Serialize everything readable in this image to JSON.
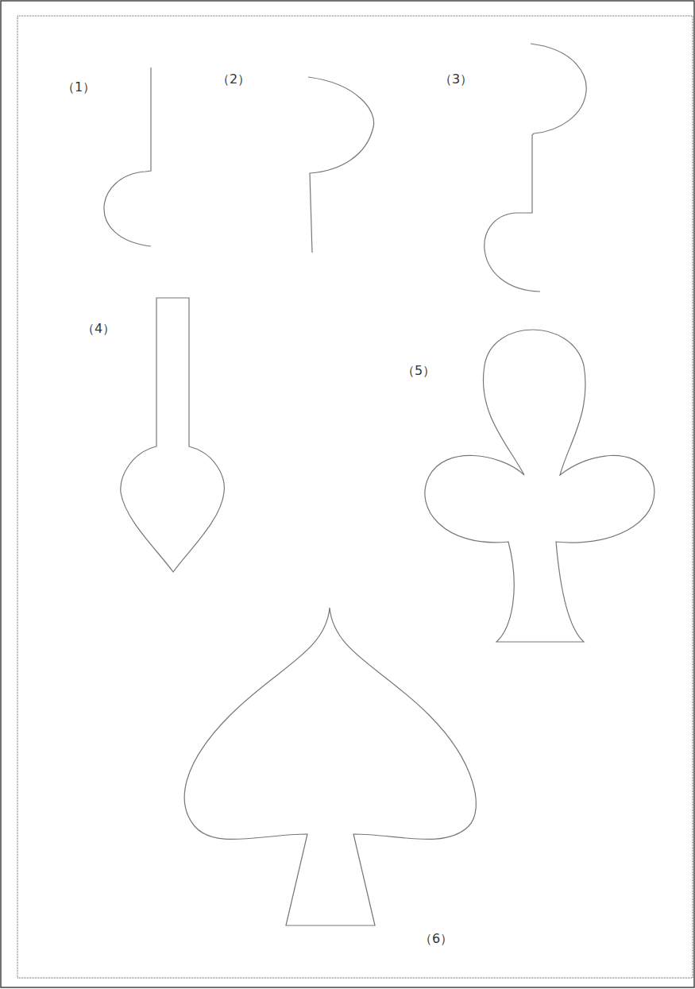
{
  "diagram": {
    "labels": [
      "（1）",
      "（2）",
      "（3）",
      "（4）",
      "（5）",
      "（6）"
    ]
  }
}
